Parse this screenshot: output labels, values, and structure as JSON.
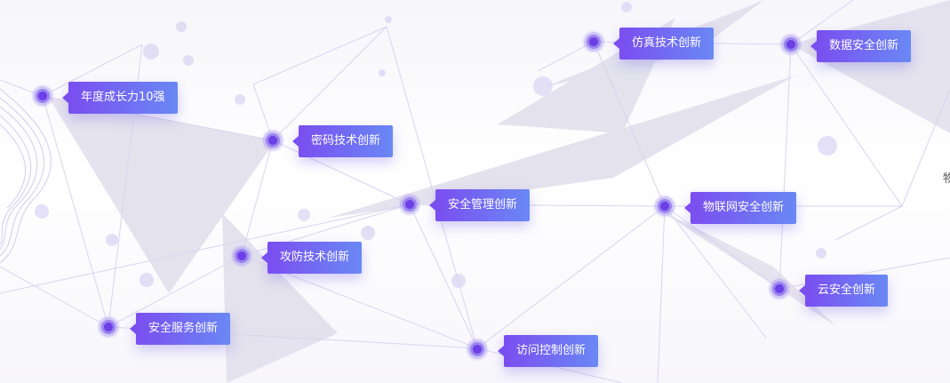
{
  "nodes": [
    {
      "id": "n1",
      "label": "年度成长力10强"
    },
    {
      "id": "n2",
      "label": "密码技术创新"
    },
    {
      "id": "n3",
      "label": "安全管理创新"
    },
    {
      "id": "n4",
      "label": "仿真技术创新"
    },
    {
      "id": "n5",
      "label": "数据安全创新"
    },
    {
      "id": "n6",
      "label": "物联网安全创新"
    },
    {
      "id": "n7",
      "label": "攻防技术创新"
    },
    {
      "id": "n8",
      "label": "云安全创新"
    },
    {
      "id": "n9",
      "label": "安全服务创新"
    },
    {
      "id": "n10",
      "label": "访问控制创新"
    }
  ],
  "edge_text": "物",
  "colors": {
    "tag_start": "#7a4ef0",
    "tag_end": "#6a88f5",
    "line": "#dcd7f1",
    "triangle": "#dedcea"
  }
}
